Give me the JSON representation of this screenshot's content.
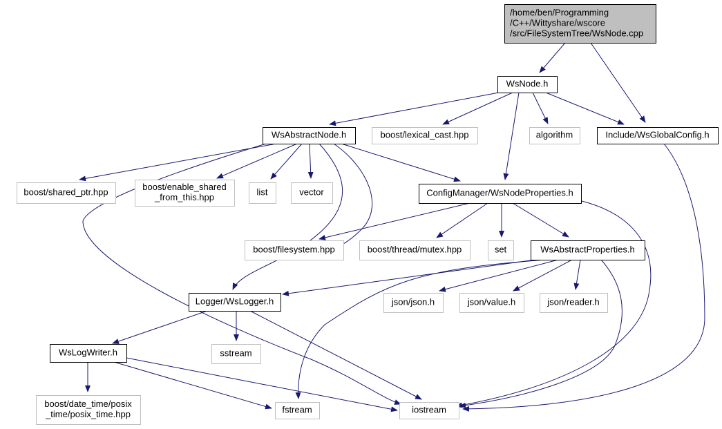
{
  "diagram": {
    "nodes": [
      {
        "id": "root",
        "lines": [
          "/home/ben/Programming",
          "/C++/Wittyshare/wscore",
          "/src/FileSystemTree/WsNode.cpp"
        ],
        "style": "root",
        "align": "left"
      },
      {
        "id": "wsnode",
        "lines": [
          "WsNode.h"
        ],
        "style": "local"
      },
      {
        "id": "globalconfig",
        "lines": [
          "Include/WsGlobalConfig.h"
        ],
        "style": "local"
      },
      {
        "id": "abstractnode",
        "lines": [
          "WsAbstractNode.h"
        ],
        "style": "local"
      },
      {
        "id": "lexicalcast",
        "lines": [
          "boost/lexical_cast.hpp"
        ],
        "style": "external"
      },
      {
        "id": "algorithm",
        "lines": [
          "algorithm"
        ],
        "style": "external"
      },
      {
        "id": "sharedptr",
        "lines": [
          "boost/shared_ptr.hpp"
        ],
        "style": "external"
      },
      {
        "id": "enableshared",
        "lines": [
          "boost/enable_shared",
          "_from_this.hpp"
        ],
        "style": "external"
      },
      {
        "id": "list",
        "lines": [
          "list"
        ],
        "style": "external"
      },
      {
        "id": "vector",
        "lines": [
          "vector"
        ],
        "style": "external"
      },
      {
        "id": "nodeproperties",
        "lines": [
          "ConfigManager/WsNodeProperties.h"
        ],
        "style": "local"
      },
      {
        "id": "filesystem",
        "lines": [
          "boost/filesystem.hpp"
        ],
        "style": "external"
      },
      {
        "id": "mutex",
        "lines": [
          "boost/thread/mutex.hpp"
        ],
        "style": "external"
      },
      {
        "id": "set",
        "lines": [
          "set"
        ],
        "style": "external"
      },
      {
        "id": "abstractproperties",
        "lines": [
          "WsAbstractProperties.h"
        ],
        "style": "local"
      },
      {
        "id": "logger",
        "lines": [
          "Logger/WsLogger.h"
        ],
        "style": "local"
      },
      {
        "id": "jsonjson",
        "lines": [
          "json/json.h"
        ],
        "style": "external"
      },
      {
        "id": "jsonvalue",
        "lines": [
          "json/value.h"
        ],
        "style": "external"
      },
      {
        "id": "jsonreader",
        "lines": [
          "json/reader.h"
        ],
        "style": "external"
      },
      {
        "id": "sstream",
        "lines": [
          "sstream"
        ],
        "style": "external"
      },
      {
        "id": "logwriter",
        "lines": [
          "WsLogWriter.h"
        ],
        "style": "local"
      },
      {
        "id": "posixtime",
        "lines": [
          "boost/date_time/posix",
          "_time/posix_time.hpp"
        ],
        "style": "external"
      },
      {
        "id": "fstream",
        "lines": [
          "fstream"
        ],
        "style": "external"
      },
      {
        "id": "iostream",
        "lines": [
          "iostream"
        ],
        "style": "external"
      }
    ],
    "edges": [
      {
        "from": "root",
        "to": "wsnode"
      },
      {
        "from": "root",
        "to": "globalconfig"
      },
      {
        "from": "wsnode",
        "to": "abstractnode"
      },
      {
        "from": "wsnode",
        "to": "lexicalcast"
      },
      {
        "from": "wsnode",
        "to": "nodeproperties"
      },
      {
        "from": "wsnode",
        "to": "algorithm"
      },
      {
        "from": "wsnode",
        "to": "globalconfig"
      },
      {
        "from": "globalconfig",
        "to": "iostream"
      },
      {
        "from": "abstractnode",
        "to": "sharedptr"
      },
      {
        "from": "abstractnode",
        "to": "enableshared"
      },
      {
        "from": "abstractnode",
        "to": "list"
      },
      {
        "from": "abstractnode",
        "to": "vector"
      },
      {
        "from": "abstractnode",
        "to": "nodeproperties"
      },
      {
        "from": "abstractnode",
        "to": "filesystem"
      },
      {
        "from": "abstractnode",
        "to": "logger"
      },
      {
        "from": "abstractnode",
        "to": "iostream"
      },
      {
        "from": "nodeproperties",
        "to": "filesystem"
      },
      {
        "from": "nodeproperties",
        "to": "mutex"
      },
      {
        "from": "nodeproperties",
        "to": "set"
      },
      {
        "from": "nodeproperties",
        "to": "abstractproperties"
      },
      {
        "from": "nodeproperties",
        "to": "iostream"
      },
      {
        "from": "abstractproperties",
        "to": "logger"
      },
      {
        "from": "abstractproperties",
        "to": "jsonjson"
      },
      {
        "from": "abstractproperties",
        "to": "jsonvalue"
      },
      {
        "from": "abstractproperties",
        "to": "jsonreader"
      },
      {
        "from": "abstractproperties",
        "to": "fstream"
      },
      {
        "from": "abstractproperties",
        "to": "iostream"
      },
      {
        "from": "logger",
        "to": "logwriter"
      },
      {
        "from": "logger",
        "to": "sstream"
      },
      {
        "from": "logger",
        "to": "iostream"
      },
      {
        "from": "logwriter",
        "to": "posixtime"
      },
      {
        "from": "logwriter",
        "to": "fstream"
      },
      {
        "from": "logwriter",
        "to": "iostream"
      }
    ],
    "colors": {
      "edge": "#191970",
      "local_border": "#000000",
      "external_border": "#bfbfbf",
      "root_fill": "#bfbfbf",
      "node_fill": "#ffffff",
      "text": "#000000"
    }
  }
}
